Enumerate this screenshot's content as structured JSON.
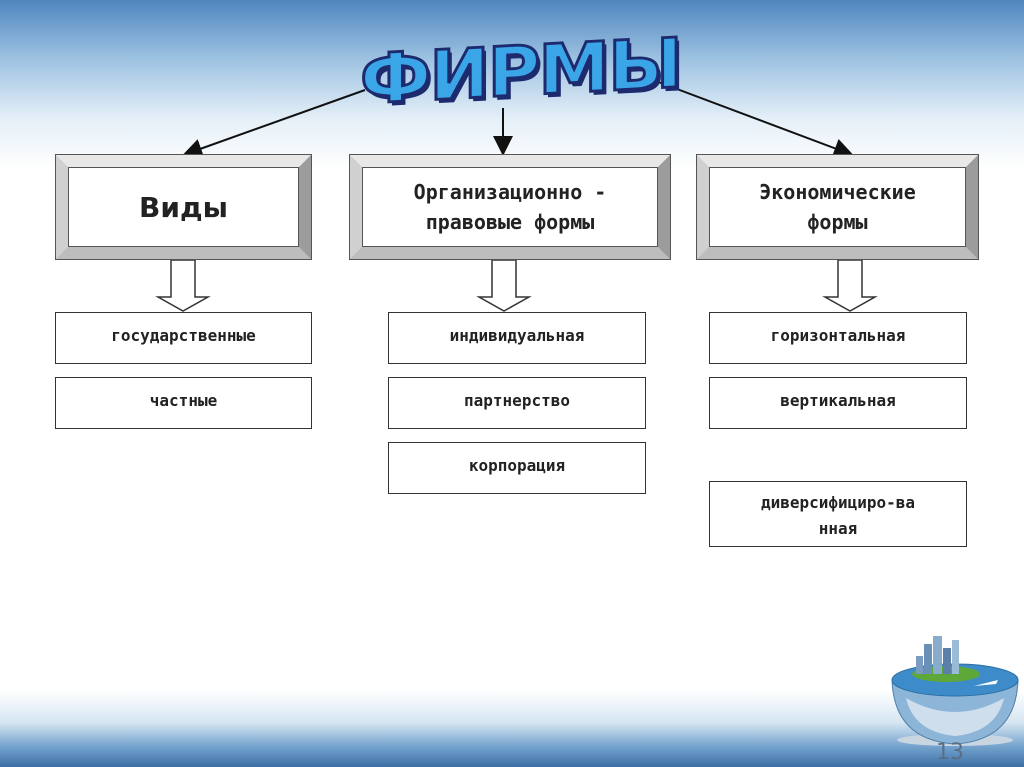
{
  "title": "ФИРМЫ",
  "categories": [
    {
      "label": "Виды",
      "items": [
        "государственные",
        "частные"
      ]
    },
    {
      "label": "Организационно - правовые формы",
      "items": [
        "индивидуальная",
        "партнерство",
        "корпорация"
      ]
    },
    {
      "label": "Экономические формы",
      "items": [
        "горизонтальная",
        "вертикальная",
        "диверсифициро-ванная"
      ]
    }
  ],
  "page_number": "13"
}
